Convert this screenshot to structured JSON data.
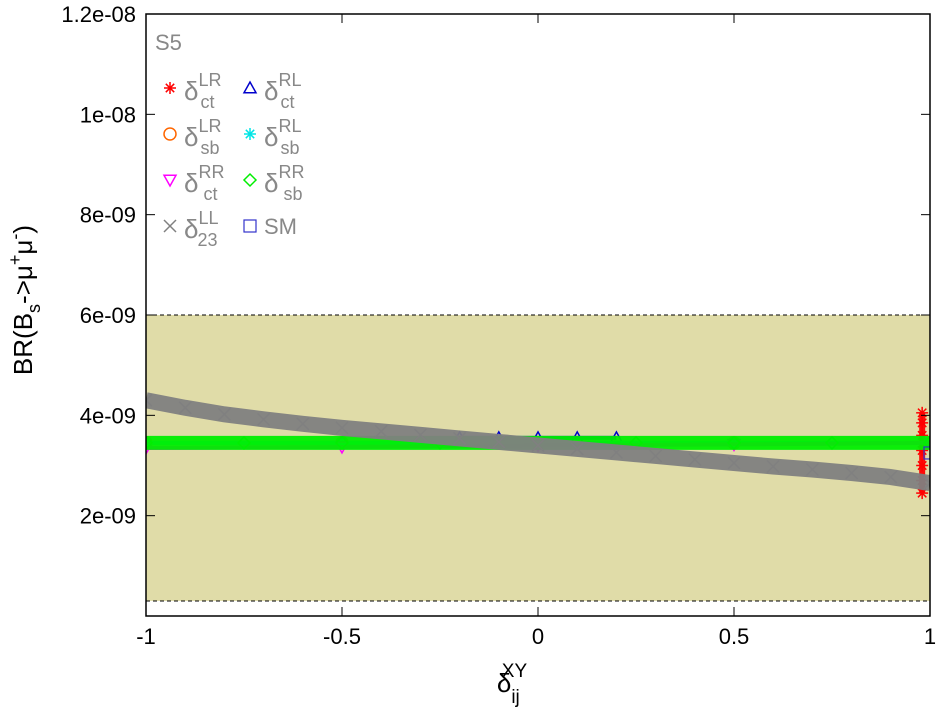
{
  "chart_data": {
    "type": "scatter",
    "panel_label": "S5",
    "xlabel": {
      "base": "δ",
      "sub": "ij",
      "sup": "XY"
    },
    "ylabel": {
      "prefix": "BR(B",
      "sub": "s",
      "mid": "->μ",
      "sup1": "+",
      "mid2": "μ",
      "sup2": "-",
      "suffix": ")"
    },
    "xlim": [
      -1,
      1
    ],
    "ylim": [
      0,
      1.2e-08
    ],
    "x_ticks": [
      -1,
      -0.5,
      0,
      0.5,
      1
    ],
    "x_tick_labels": [
      "-1",
      "-0.5",
      "0",
      "0.5",
      "1"
    ],
    "y_ticks": [
      2e-09,
      4e-09,
      6e-09,
      8e-09,
      1e-08,
      1.2e-08
    ],
    "y_tick_labels": [
      "2e-09",
      "4e-09",
      "6e-09",
      "8e-09",
      "1e-08",
      "1.2e-08"
    ],
    "allowed_band": {
      "ymin": 3e-10,
      "ymax": 6e-09,
      "color": "#e0dca8"
    },
    "series": [
      {
        "name": "ct LR",
        "legend_base": "δ",
        "legend_sup": "LR",
        "legend_sub": "ct",
        "marker": "star",
        "color": "#ff0000",
        "x": [
          0.98,
          0.98,
          0.98,
          0.98,
          0.98,
          0.98,
          0.98
        ],
        "y": [
          2.45e-09,
          2.7e-09,
          3e-09,
          3.3e-09,
          3.6e-09,
          3.85e-09,
          4.05e-09
        ]
      },
      {
        "name": "ct RL",
        "legend_base": "δ",
        "legend_sup": "RL",
        "legend_sub": "ct",
        "marker": "triangle-up",
        "color": "#0000cc",
        "x": [
          -0.2,
          -0.1,
          0,
          0.1,
          0.2
        ],
        "y": [
          3.55e-09,
          3.55e-09,
          3.55e-09,
          3.55e-09,
          3.55e-09
        ]
      },
      {
        "name": "sb LR",
        "legend_base": "δ",
        "legend_sup": "LR",
        "legend_sub": "sb",
        "marker": "circle",
        "color": "#ff6600",
        "x": [
          -1,
          -0.5,
          0,
          0.5,
          1
        ],
        "y": [
          3.45e-09,
          3.45e-09,
          3.45e-09,
          3.45e-09,
          3.45e-09
        ]
      },
      {
        "name": "sb RL",
        "legend_base": "δ",
        "legend_sup": "RL",
        "legend_sub": "sb",
        "marker": "star",
        "color": "#00e5e5",
        "x": [
          -1,
          -0.5,
          0,
          0.5,
          1
        ],
        "y": [
          3.45e-09,
          3.45e-09,
          3.45e-09,
          3.45e-09,
          3.45e-09
        ]
      },
      {
        "name": "ct RR",
        "legend_base": "δ",
        "legend_sup": "RR",
        "legend_sub": "ct",
        "marker": "triangle-down",
        "color": "#ff00ff",
        "x": [
          -1,
          -0.5,
          0,
          0.5,
          1
        ],
        "y": [
          3.35e-09,
          3.37e-09,
          3.4e-09,
          3.42e-09,
          3.45e-09
        ]
      },
      {
        "name": "sb RR",
        "legend_base": "δ",
        "legend_sup": "RR",
        "legend_sub": "sb",
        "marker": "diamond",
        "color": "#00ee00",
        "x": [
          -1,
          -0.75,
          -0.5,
          -0.25,
          0,
          0.25,
          0.5,
          0.75,
          1
        ],
        "y": [
          3.45e-09,
          3.45e-09,
          3.45e-09,
          3.45e-09,
          3.45e-09,
          3.45e-09,
          3.45e-09,
          3.45e-09,
          3.45e-09
        ]
      },
      {
        "name": "23 LL",
        "legend_base": "δ",
        "legend_sup": "LL",
        "legend_sub": "23",
        "marker": "cross",
        "color": "#808080",
        "x": [
          -1,
          -0.9,
          -0.8,
          -0.7,
          -0.6,
          -0.5,
          -0.4,
          -0.3,
          -0.2,
          -0.1,
          0,
          0.1,
          0.2,
          0.3,
          0.4,
          0.5,
          0.6,
          0.7,
          0.8,
          0.9,
          1
        ],
        "y": [
          4.3e-09,
          4.15e-09,
          4.02e-09,
          3.92e-09,
          3.83e-09,
          3.75e-09,
          3.68e-09,
          3.61e-09,
          3.54e-09,
          3.47e-09,
          3.4e-09,
          3.33e-09,
          3.26e-09,
          3.19e-09,
          3.12e-09,
          3.05e-09,
          2.98e-09,
          2.92e-09,
          2.85e-09,
          2.77e-09,
          2.65e-09
        ]
      },
      {
        "name": "SM",
        "legend_text": "SM",
        "marker": "square",
        "color": "#3333cc",
        "x": [
          1
        ],
        "y": [
          3.25e-09
        ]
      }
    ]
  }
}
